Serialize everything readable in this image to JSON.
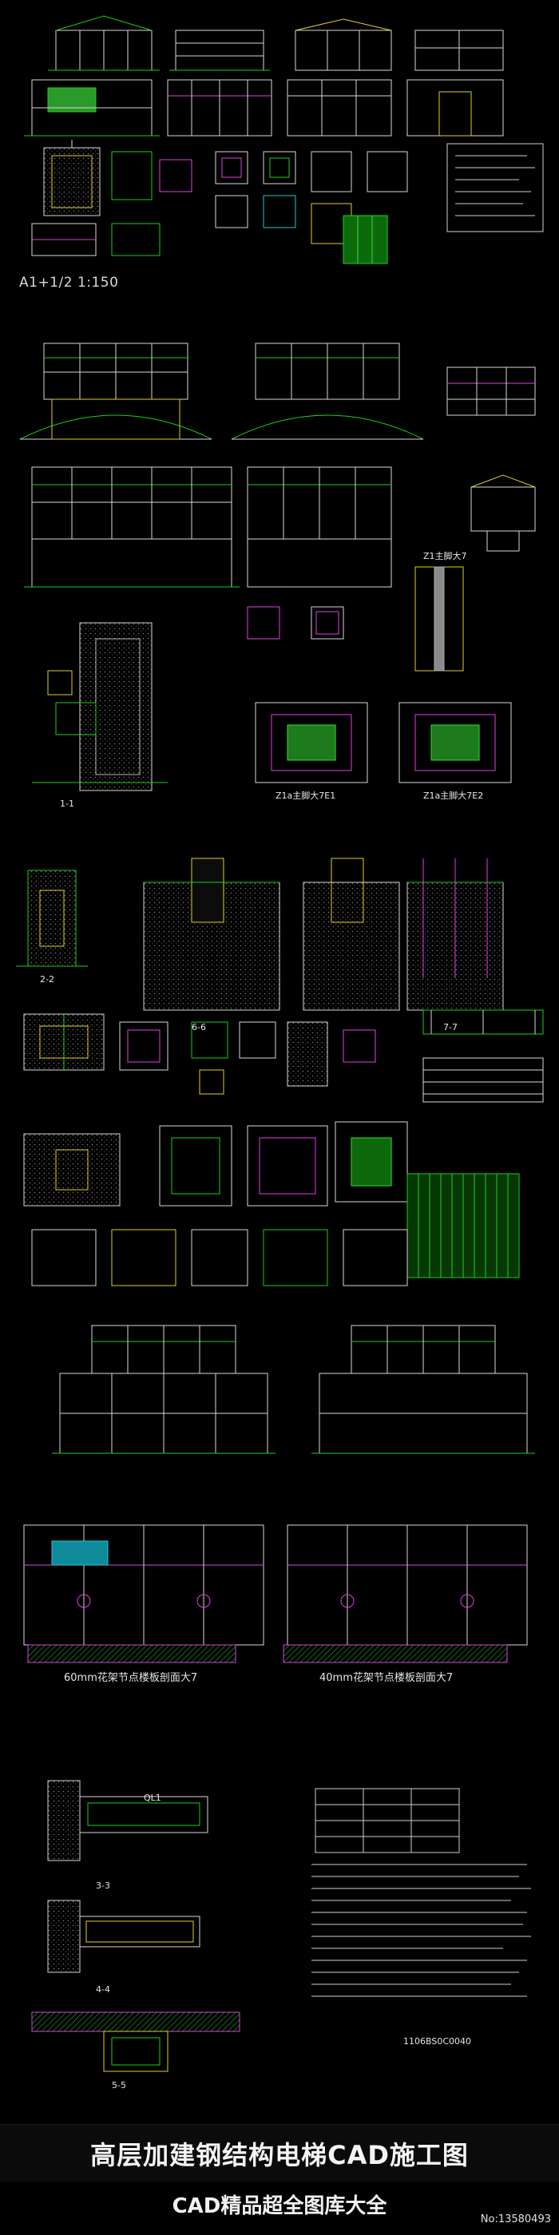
{
  "scale_note": "A1+1/2 1:150",
  "labels": {
    "z1a": "Z1a主脚大7E1",
    "z1b": "Z1a主脚大7E2",
    "z1c": "Z1主脚大7",
    "sec11": "1-1",
    "sec22": "2-2",
    "sec66": "6-6",
    "sec77": "7-7",
    "sec33": "3-3",
    "sec44": "4-4",
    "sec55": "5-5",
    "detail60": "60mm花架节点楼板剖面大7",
    "detail40": "40mm花架节点楼板剖面大7",
    "ql1": "QL1",
    "code": "1106BS0C0040"
  },
  "footer": {
    "title": "高层加建钢结构电梯CAD施工图",
    "subtitle": "CAD精品超全图库大全",
    "number": "No:13580493"
  },
  "colors": {
    "background": "#000000",
    "line_white": "#d8d8d8",
    "line_green": "#18d018",
    "line_magenta": "#e040e0",
    "line_yellow": "#e0d020",
    "line_cyan": "#20c8d8",
    "line_red": "#e02020",
    "hatch": "#606060"
  }
}
